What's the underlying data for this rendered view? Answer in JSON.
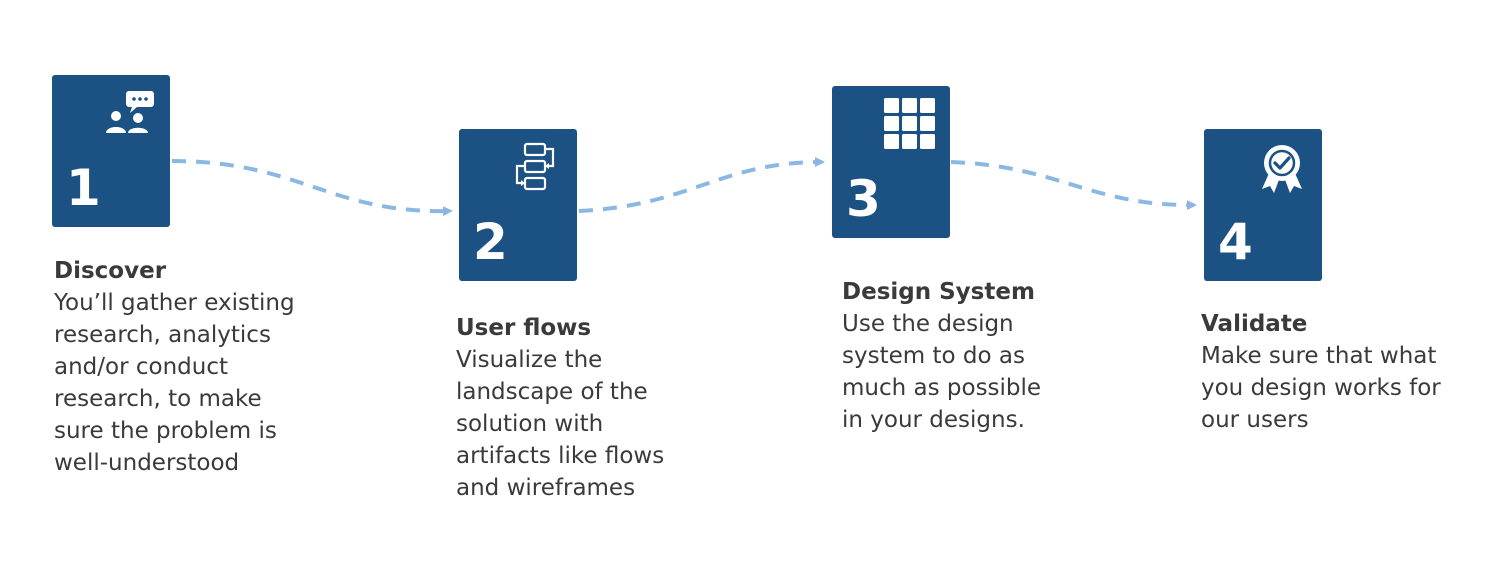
{
  "colors": {
    "card": "#1b5183",
    "connector": "#8ab8e3",
    "text": "#3a3a3a"
  },
  "steps": [
    {
      "number": "1",
      "title": "Discover",
      "icon": "user-discussion-icon",
      "description": "You’ll gather existing research, analytics and/or conduct research, to make sure the problem is well-understood"
    },
    {
      "number": "2",
      "title": "User flows",
      "icon": "flowchart-icon",
      "description": "Visualize the landscape of the solution with artifacts like flows and wireframes"
    },
    {
      "number": "3",
      "title": "Design System",
      "icon": "grid-icon",
      "description": "Use the design system to do as much as possible in your designs."
    },
    {
      "number": "4",
      "title": "Validate",
      "icon": "badge-check-icon",
      "description": "Make sure that what you design works for our users"
    }
  ]
}
